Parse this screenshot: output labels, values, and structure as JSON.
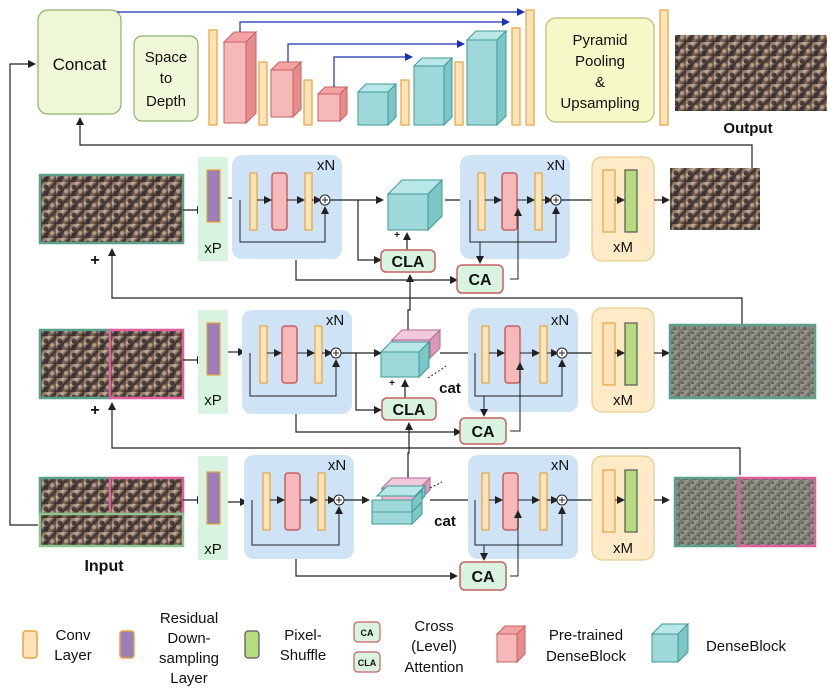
{
  "top": {
    "concat_label": "Concat",
    "space_to_depth_lines": [
      "Space",
      "to",
      "Depth"
    ],
    "pyramid_lines": [
      "Pyramid",
      "Pooling",
      "&",
      "Upsampling"
    ],
    "output_label": "Output"
  },
  "rows": {
    "repeat_n": "xN",
    "repeat_p": "xP",
    "repeat_m": "xM",
    "cla_label": "CLA",
    "ca_label": "CA",
    "cat_label": "cat",
    "plus_label": "+",
    "input_label": "Input"
  },
  "legend": {
    "conv_lines": [
      "Conv",
      "Layer"
    ],
    "residual_lines": [
      "Residual",
      "Down-",
      "sampling",
      "Layer"
    ],
    "pixel_lines": [
      "Pixel-",
      "Shuffle"
    ],
    "ca_icon": "CA",
    "cla_icon": "CLA",
    "attention_lines": [
      "Cross",
      "(Level)",
      "Attention"
    ],
    "pretrained_lines": [
      "Pre-trained",
      "DenseBlock"
    ],
    "dense_label": "DenseBlock"
  },
  "colors": {
    "conv": "#fde3b8",
    "conv_stroke": "#e8a33c",
    "residual": "#9b7fb8",
    "pixel": "#b7dc7f",
    "pretrained": "#f6b9b9",
    "dense": "#9fd8d8",
    "block_bg": "#cfe3f7",
    "concat_bg": "#eef8d8",
    "arrow": "#222222",
    "skip": "#1b2fb8"
  }
}
